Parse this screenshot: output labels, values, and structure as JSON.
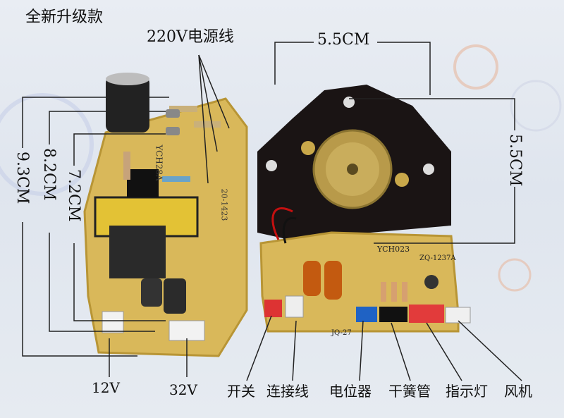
{
  "title": "全新升级款",
  "labels": {
    "power_cord": "220V电源线",
    "width_top": "5.5CM",
    "width_side": "5.5CM",
    "dim_93": "9.3CM",
    "dim_82": "8.2CM",
    "dim_72": "7.2CM",
    "v12": "12V",
    "v32": "32V",
    "switch": "开关",
    "connect": "连接线",
    "pot": "电位器",
    "reed": "干簧管",
    "indicator": "指示灯",
    "fan": "风机"
  },
  "board_text": {
    "left_model": "YCH28A",
    "left_date": "20-1423",
    "right_model": "YCH023",
    "right_code": "ZQ-1237A",
    "right_conn": "JQ-27"
  },
  "colors": {
    "pcb": "#d9b85a",
    "pcb_dark": "#b89535",
    "housing": "#1a1414",
    "transducer": "#b89a4a",
    "line": "#222222"
  }
}
